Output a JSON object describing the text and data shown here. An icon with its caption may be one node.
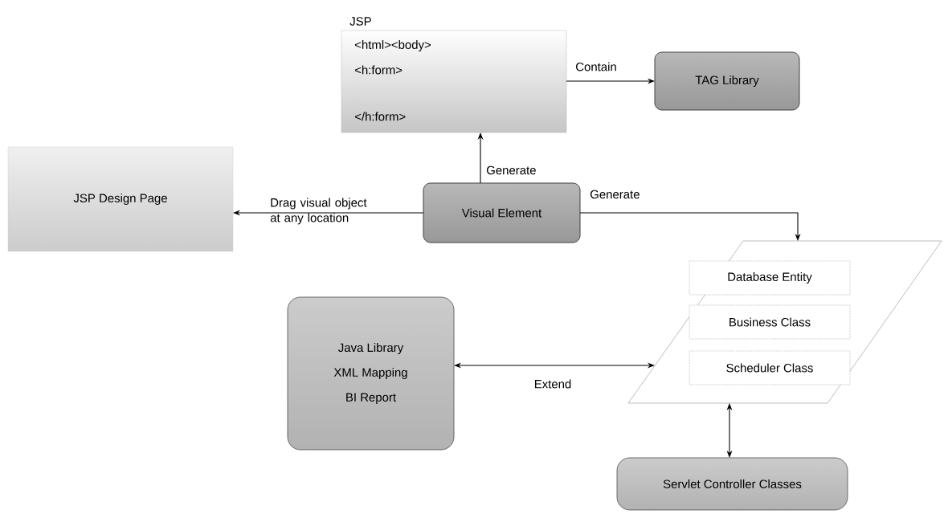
{
  "diagram": {
    "nodes": [
      {
        "text": [
          "JSP",
          "<html><body>",
          "<h:form>",
          "</h:form>"
        ]
      },
      {
        "text": [
          "TAG Library"
        ]
      },
      {
        "text": [
          "JSP Design Page"
        ]
      },
      {
        "text": [
          "Visual Element"
        ]
      },
      {
        "text": [],
        "shape": "parallelogram"
      },
      {
        "text": [
          "Database Entity"
        ],
        "in": 4
      },
      {
        "text": [
          "Business Class"
        ],
        "in": 4
      },
      {
        "text": [
          "Scheduler Class"
        ],
        "in": 4
      },
      {
        "text": [
          "Java Library",
          "XML Mapping",
          "BI Report"
        ]
      },
      {
        "text": [
          "Servlet Controller Classes"
        ]
      }
    ],
    "edges": [
      {
        "from": 0,
        "to": 1,
        "arrow": "to",
        "label": "Contain"
      },
      {
        "from": 3,
        "to": 0,
        "arrow": "to",
        "label": "Generate"
      },
      {
        "from": 3,
        "to": 2,
        "arrow": "to",
        "label": "Drag visual object at any location"
      },
      {
        "from": 3,
        "to": 4,
        "arrow": "to",
        "label": "Generate"
      },
      {
        "from": 8,
        "to": 4,
        "arrow": "both",
        "label": "Extend"
      },
      {
        "from": 4,
        "to": 9,
        "arrow": "both"
      }
    ]
  }
}
